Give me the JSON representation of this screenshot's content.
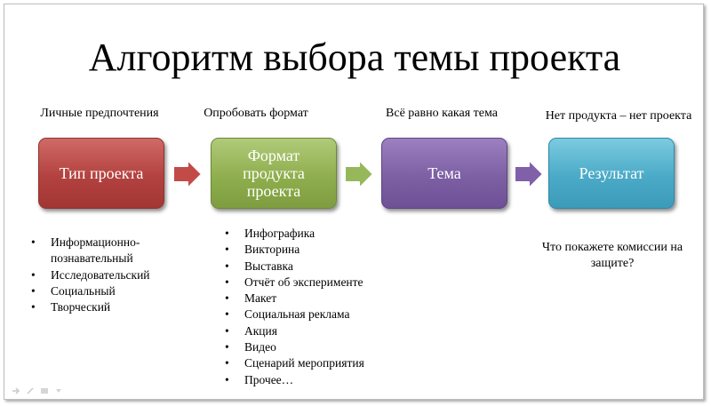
{
  "title": "Алгоритм выбора темы проекта",
  "steps": [
    {
      "caption": "Личные предпочтения",
      "label": "Тип проекта",
      "color": "#b94a48"
    },
    {
      "caption": "Опробовать формат",
      "label": "Формат продукта проекта",
      "color": "#8fae4d"
    },
    {
      "caption": "Всё равно какая тема",
      "label": "Тема",
      "color": "#7d5fa4"
    },
    {
      "caption": "Нет продукта – нет проекта",
      "label": "Результат",
      "color": "#4aaac7"
    }
  ],
  "arrow_colors": [
    "#c24b48",
    "#97b85a",
    "#8060a8"
  ],
  "lists": {
    "project_types": [
      "Информационно-",
      "познавательный",
      "Исследовательский",
      "Социальный",
      "Творческий"
    ],
    "formats": [
      "Инфографика",
      "Викторина",
      "Выставка",
      "Отчёт об эксперименте",
      "Макет",
      "Социальная реклама",
      "Акция",
      "Видео",
      "Сценарий мероприятия",
      "Прочее…"
    ]
  },
  "result_question": "Что покажете комиссии на защите?",
  "icons": [
    "arrow-right-icon",
    "pen-icon",
    "menu-icon",
    "pointer-icon"
  ]
}
